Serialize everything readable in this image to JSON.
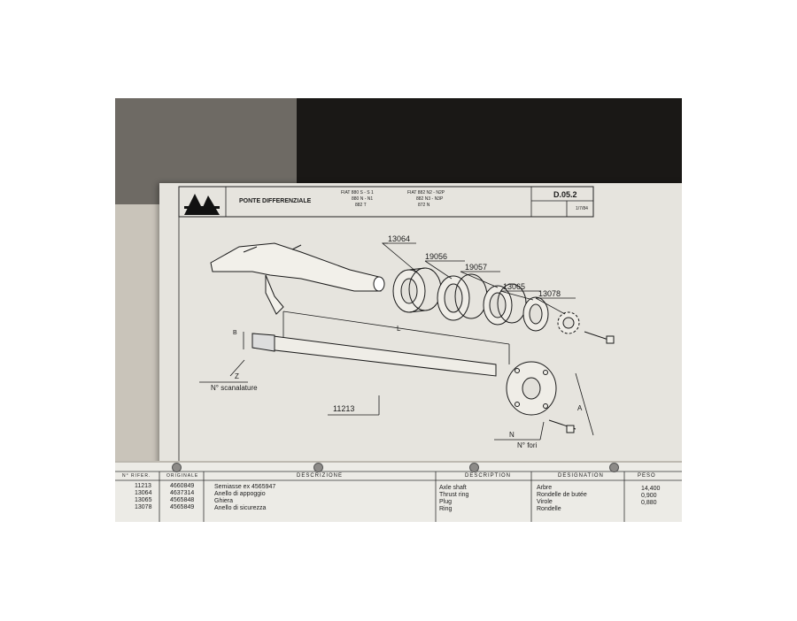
{
  "sheet": {
    "code": "D.05.2",
    "date": "1/7/84",
    "title": "PONTE DIFFERENZIALE",
    "models_left": [
      "FIAT 880 S - S 1",
      "880 N - N1",
      "882 T"
    ],
    "models_right": [
      "FIAT 882 N2 - N2P",
      "882 N3 - N3P",
      "872 N"
    ]
  },
  "diagram": {
    "part_numbers": [
      "13064",
      "19056",
      "19057",
      "13065",
      "13078",
      "11213"
    ],
    "dim_labels": {
      "b": "B",
      "l": "L",
      "z": "Z",
      "n": "N",
      "a": "A"
    },
    "splines_label": "N° scanalature",
    "holes_label": "N° fori"
  },
  "table": {
    "headers": {
      "rif": "N° RIFER.",
      "original": "ORIGINALE",
      "descrizione": "DESCRIZIONE",
      "description": "DESCRIPTION",
      "designation": "DESIGNATION",
      "peso": "PESO"
    },
    "rows": [
      {
        "rif": "11213",
        "orig": "4660849",
        "it": "Semiasse ex 4565947",
        "en": "Axle shaft",
        "fr": "Arbre",
        "peso": "14,400"
      },
      {
        "rif": "13064",
        "orig": "4637314",
        "it": "Anello di appoggio",
        "en": "Thrust ring",
        "fr": "Rondelle de butée",
        "peso": "0,900"
      },
      {
        "rif": "13065",
        "orig": "4565848",
        "it": "Ghiera",
        "en": "Plug",
        "fr": "Virole",
        "peso": "0,880"
      },
      {
        "rif": "13078",
        "orig": "4565849",
        "it": "Anello di sicurezza",
        "en": "Ring",
        "fr": "Rondelle",
        "peso": ""
      }
    ]
  }
}
